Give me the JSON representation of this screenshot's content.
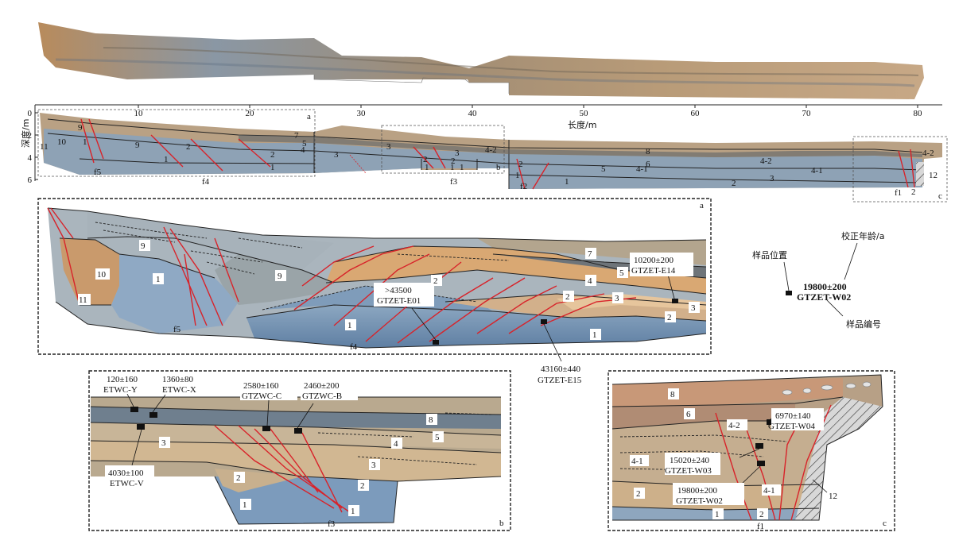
{
  "axes": {
    "x_ticks": [
      "10",
      "20",
      "30",
      "40",
      "50",
      "60",
      "70",
      "80"
    ],
    "y_ticks": [
      "0",
      "2",
      "4",
      "6"
    ],
    "x_label": "长度/m",
    "y_label": "深度/m"
  },
  "panel_letters": {
    "a": "a",
    "b": "b",
    "c": "c"
  },
  "overview_labels": {
    "units": [
      "11",
      "10",
      "9",
      "1",
      "9",
      "2",
      "1",
      "1",
      "2",
      "7",
      "5",
      "4",
      "3",
      "3",
      "2",
      "3",
      "1",
      "1",
      "2",
      "1",
      "4-2",
      "2",
      "1",
      "1",
      "8",
      "5",
      "6",
      "4-1",
      "4-2",
      "4-1",
      "2",
      "3",
      "4-2",
      "12",
      "2"
    ],
    "faults": [
      "f5",
      "f4",
      "f3",
      "f2",
      "f1"
    ]
  },
  "panel_a": {
    "units": [
      "9",
      "10",
      "1",
      "11",
      "9",
      "2",
      "7",
      "5",
      "4",
      "2",
      "3",
      "3",
      "1",
      "2",
      "1"
    ],
    "faults": [
      "f5",
      "f4"
    ],
    "samples": [
      {
        "age": "10200±200",
        "id": "GTZET-E14"
      },
      {
        "age": ">43500",
        "id": "GTZET-E01"
      },
      {
        "age": "43160±440",
        "id": "GTZET-E15"
      }
    ]
  },
  "legend": {
    "sample_position": "样品位置",
    "calibrated_age": "校正年龄/a",
    "sample_number": "样品编号",
    "example_age": "19800±200",
    "example_id": "GTZET-W02"
  },
  "panel_b": {
    "units": [
      "8",
      "4",
      "5",
      "3",
      "3",
      "2",
      "2",
      "1",
      "1"
    ],
    "faults": [
      "f3"
    ],
    "samples": [
      {
        "age": "120±160",
        "id": "ETWC-Y"
      },
      {
        "age": "1360±80",
        "id": "ETWC-X"
      },
      {
        "age": "2580±160",
        "id": "GTZWC-C"
      },
      {
        "age": "2460±200",
        "id": "GTZWC-B"
      },
      {
        "age": "4030±100",
        "id": "ETWC-V"
      }
    ]
  },
  "panel_c": {
    "units": [
      "8",
      "6",
      "4-2",
      "4-1",
      "4-1",
      "2",
      "2",
      "1",
      "12"
    ],
    "faults": [
      "f1"
    ],
    "samples": [
      {
        "age": "6970±140",
        "id": "GTZET-W04"
      },
      {
        "age": "15020±240",
        "id": "GTZET-W03"
      },
      {
        "age": "19800±200",
        "id": "GTZET-W02"
      }
    ]
  },
  "colors": {
    "blue": "#7f9cba",
    "tan": "#c9a57a",
    "orange": "#d69a6a",
    "gray": "#9a9d9f",
    "dark": "#5d6468",
    "fault": "#d8232a"
  }
}
